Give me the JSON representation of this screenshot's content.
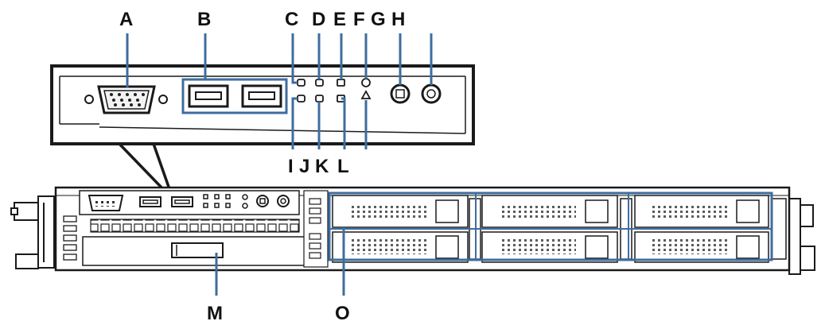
{
  "callouts": {
    "A": "A",
    "B": "B",
    "C": "C",
    "D": "D",
    "E": "E",
    "F": "F",
    "G": "G",
    "H": "H",
    "I": "I",
    "J": "J",
    "K": "K",
    "L": "L",
    "M": "M",
    "O": "O"
  },
  "colors": {
    "leader": "#3d6d9e",
    "outline": "#1a1a1a",
    "background": "#ffffff"
  }
}
